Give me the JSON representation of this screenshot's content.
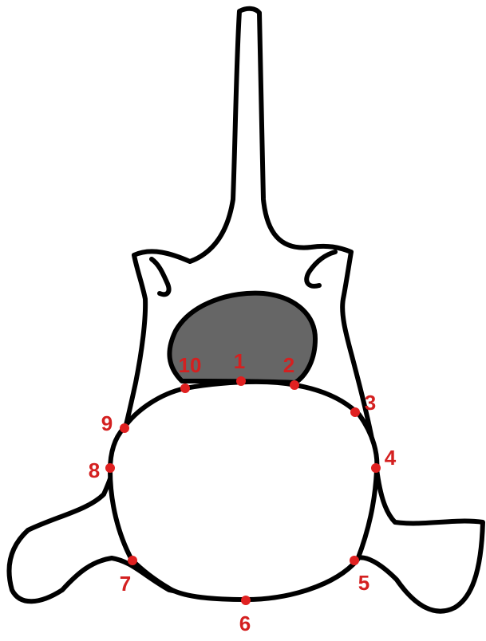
{
  "colors": {
    "outline": "#000000",
    "canal_fill": "#666666",
    "point": "#e02020",
    "label": "#d42020",
    "background": "#ffffff"
  },
  "points": [
    {
      "label": "1"
    },
    {
      "label": "2"
    },
    {
      "label": "3"
    },
    {
      "label": "4"
    },
    {
      "label": "5"
    },
    {
      "label": "6"
    },
    {
      "label": "7"
    },
    {
      "label": "8"
    },
    {
      "label": "9"
    },
    {
      "label": "10"
    }
  ]
}
